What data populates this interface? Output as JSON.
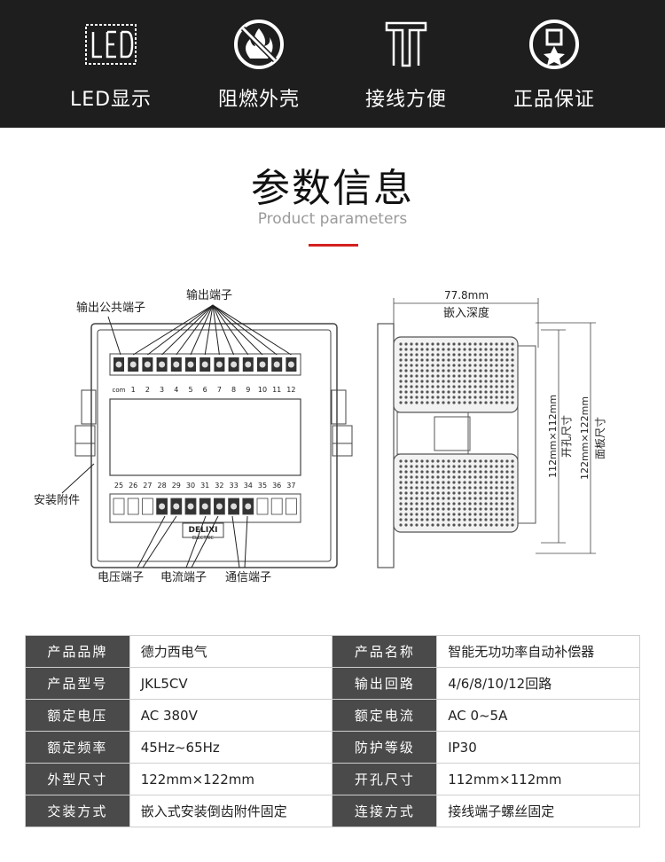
{
  "features": [
    {
      "icon": "led-display-icon",
      "label": "LED显示"
    },
    {
      "icon": "flame-retardant-icon",
      "label": "阻燃外壳"
    },
    {
      "icon": "wiring-icon",
      "label": "接线方便"
    },
    {
      "icon": "genuine-guarantee-icon",
      "label": "正品保证"
    }
  ],
  "section": {
    "title": "参数信息",
    "subtitle": "Product parameters"
  },
  "front": {
    "out_common_label": "输出公共端子",
    "out_term_label": "输出端子",
    "mount_label": "安装附件",
    "voltage_label": "电压端子",
    "current_label": "电流端子",
    "comm_label": "通信端子",
    "top_numbers": [
      "com",
      "1",
      "2",
      "3",
      "4",
      "5",
      "6",
      "7",
      "8",
      "9",
      "10",
      "11",
      "12"
    ],
    "bottom_numbers": [
      "25",
      "26",
      "27",
      "28",
      "29",
      "30",
      "31",
      "32",
      "33",
      "34",
      "35",
      "36",
      "37"
    ],
    "brand": "DELIXI",
    "brand_sub": "ELECTRIC"
  },
  "side": {
    "depth_value": "77.8mm",
    "depth_label": "嵌入深度",
    "cutout_value": "112mm×112mm",
    "cutout_label": "开孔尺寸",
    "panel_value": "122mm×122mm",
    "panel_label": "面板尺寸"
  },
  "specs": [
    [
      "产品品牌",
      "德力西电气",
      "产品名称",
      "智能无功功率自动补偿器"
    ],
    [
      "产品型号",
      "JKL5CV",
      "输出回路",
      "4/6/8/10/12回路"
    ],
    [
      "额定电压",
      "AC 380V",
      "额定电流",
      "AC 0~5A"
    ],
    [
      "额定频率",
      "45Hz~65Hz",
      "防护等级",
      "IP30"
    ],
    [
      "外型尺寸",
      "122mm×122mm",
      "开孔尺寸",
      "112mm×112mm"
    ],
    [
      "交装方式",
      "嵌入式安装倒齿附件固定",
      "连接方式",
      "接线端子螺丝固定"
    ]
  ]
}
